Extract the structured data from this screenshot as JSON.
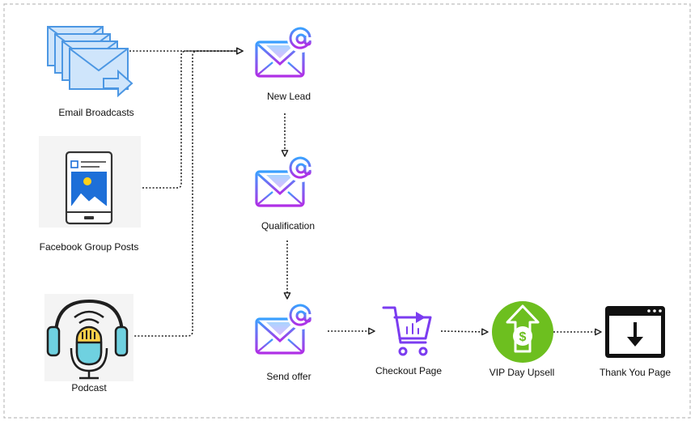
{
  "colors": {
    "frame": "#bdbdbd",
    "connector": "#1f1f1f",
    "email_gradient_start": "#3aa0ff",
    "email_gradient_end": "#b02fe6",
    "broadcast_fill": "#cfe5fb",
    "broadcast_stroke": "#4c97e3",
    "cart_color": "#7b3cf0",
    "upsell_green": "#6dbf1f",
    "thank_you_dark": "#111111"
  },
  "sources": {
    "email_broadcasts": {
      "label": "Email Broadcasts",
      "icon": "email-stack-icon"
    },
    "facebook_group_posts": {
      "label": "Facebook Group Posts",
      "icon": "mobile-post-icon"
    },
    "podcast": {
      "label": "Podcast",
      "icon": "podcast-microphone-icon"
    }
  },
  "steps": {
    "new_lead": {
      "label": "New Lead",
      "icon": "email-at-icon"
    },
    "qualification": {
      "label": "Qualification",
      "icon": "email-at-icon"
    },
    "send_offer": {
      "label": "Send offer",
      "icon": "email-at-icon"
    },
    "checkout_page": {
      "label": "Checkout Page",
      "icon": "shopping-cart-icon"
    },
    "vip_day_upsell": {
      "label": "VIP Day Upsell",
      "icon": "dollar-upsell-icon"
    },
    "thank_you_page": {
      "label": "Thank You Page",
      "icon": "download-window-icon"
    }
  }
}
